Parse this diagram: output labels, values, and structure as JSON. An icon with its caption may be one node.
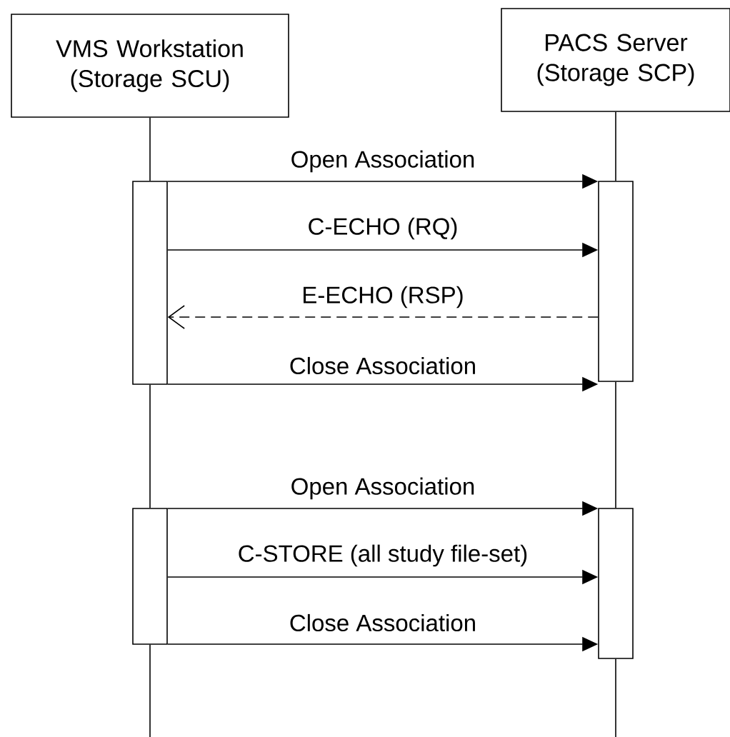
{
  "diagram": {
    "nodes": [
      {
        "text": [
          "VMS Workstation (Storage SCU)"
        ]
      },
      {
        "text": [
          "PACS Server (Storage SCP)"
        ]
      },
      {
        "text": [],
        "shape": "bar"
      },
      {
        "text": [],
        "shape": "bar"
      },
      {
        "text": [],
        "shape": "bar"
      },
      {
        "text": [],
        "shape": "bar"
      }
    ],
    "edges": [
      {
        "from": 0,
        "to": 2,
        "arrow": "none"
      },
      {
        "from": 2,
        "to": 4,
        "arrow": "none"
      },
      {
        "from": 4,
        "to": null,
        "arrow": "none"
      },
      {
        "from": 1,
        "to": 3,
        "arrow": "none"
      },
      {
        "from": 3,
        "to": 5,
        "arrow": "none"
      },
      {
        "from": 5,
        "to": null,
        "arrow": "none"
      },
      {
        "from": 2,
        "to": 3,
        "arrow": "to",
        "label": "Open Association"
      },
      {
        "from": 2,
        "to": 3,
        "arrow": "to",
        "label": "C-ECHO (RQ)"
      },
      {
        "from": 3,
        "to": 2,
        "arrow": "to",
        "label": "E-ECHO (RSP)",
        "style": "dashed"
      },
      {
        "from": 2,
        "to": 3,
        "arrow": "to",
        "label": "Close Association"
      },
      {
        "from": 4,
        "to": 5,
        "arrow": "to",
        "label": "Open Association"
      },
      {
        "from": 4,
        "to": 5,
        "arrow": "to",
        "label": "C-STORE (all study file-set)"
      },
      {
        "from": 4,
        "to": 5,
        "arrow": "to",
        "label": "Close Association"
      }
    ]
  }
}
